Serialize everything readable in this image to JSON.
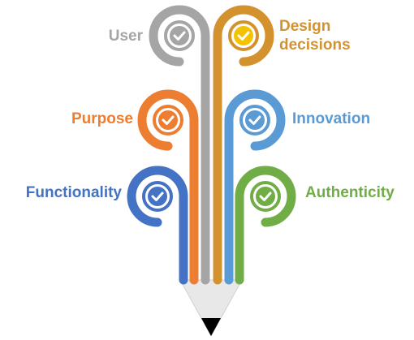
{
  "diagram": {
    "items": [
      {
        "label": "User",
        "color": "#a5a5a5",
        "icon": "check-icon"
      },
      {
        "label": "Design",
        "label2": "decisions",
        "color": "#d4922f",
        "check_color": "#f3c200",
        "icon": "check-icon"
      },
      {
        "label": "Purpose",
        "color": "#ed7d31",
        "icon": "check-icon"
      },
      {
        "label": "Innovation",
        "color": "#5b9bd5",
        "icon": "check-icon"
      },
      {
        "label": "Functionality",
        "color": "#4472c4",
        "icon": "check-icon"
      },
      {
        "label": "Authenticity",
        "color": "#70ad47",
        "icon": "check-icon"
      }
    ],
    "pencil": {
      "wood_color": "#e8e8e8",
      "tip_color": "#000000"
    }
  }
}
